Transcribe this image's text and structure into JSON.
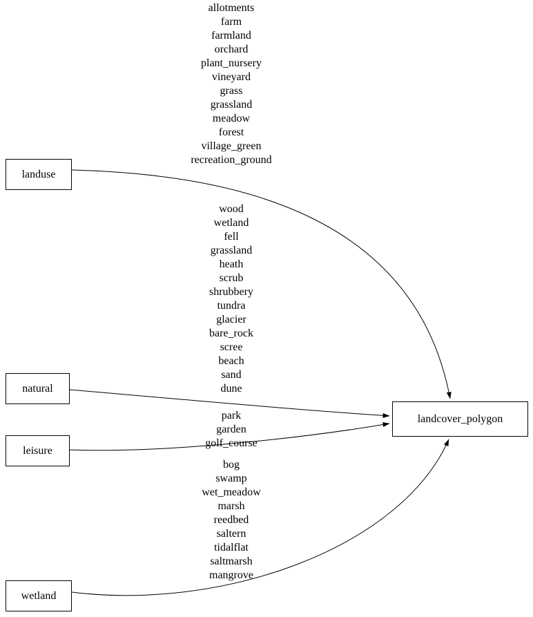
{
  "diagram": {
    "title": "landcover polygon tag mapping graph",
    "colors": {
      "background": "#ffffff",
      "node_border": "#000000",
      "edge": "#000000",
      "text": "#000000"
    },
    "nodes": {
      "landuse": {
        "label": "landuse"
      },
      "natural": {
        "label": "natural"
      },
      "leisure": {
        "label": "leisure"
      },
      "wetland": {
        "label": "wetland"
      },
      "target": {
        "label": "landcover_polygon"
      }
    },
    "edge_labels": {
      "landuse": "allotments\nfarm\nfarmland\norchard\nplant_nursery\nvineyard\ngrass\ngrassland\nmeadow\nforest\nvillage_green\nrecreation_ground",
      "natural": "wood\nwetland\nfell\ngrassland\nheath\nscrub\nshrubbery\ntundra\nglacier\nbare_rock\nscree\nbeach\nsand\ndune",
      "leisure": "park\ngarden\ngolf_course",
      "wetland": "bog\nswamp\nwet_meadow\nmarsh\nreedbed\nsaltern\ntidalflat\nsaltmarsh\nmangrove"
    }
  }
}
